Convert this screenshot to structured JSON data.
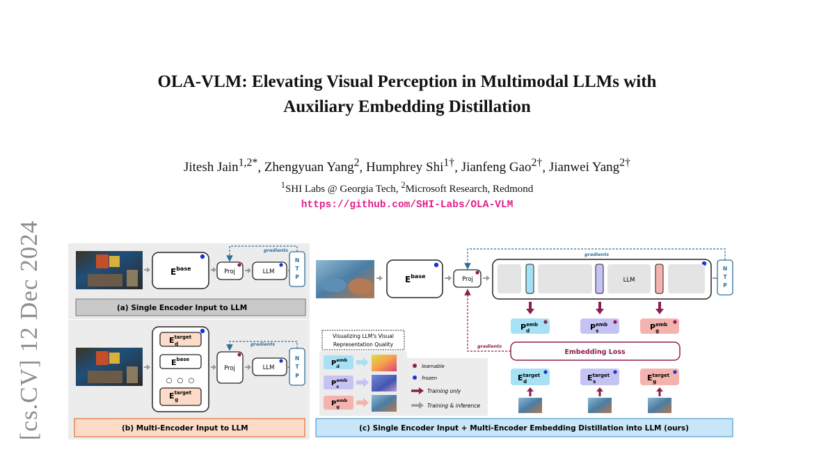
{
  "paper": {
    "title_line1": "OLA-VLM: Elevating Visual Perception in Multimodal LLMs with",
    "title_line2": "Auxiliary Embedding Distillation",
    "authors": [
      {
        "name": "Jitesh Jain",
        "sup": "1,2*"
      },
      {
        "name": "Zhengyuan Yang",
        "sup": "2"
      },
      {
        "name": "Humphrey Shi",
        "sup": "1†"
      },
      {
        "name": "Jianfeng Gao",
        "sup": "2†"
      },
      {
        "name": "Jianwei Yang",
        "sup": "2†"
      }
    ],
    "affiliations": [
      {
        "sup": "1",
        "name": "SHI Labs @ Georgia Tech"
      },
      {
        "sup": "2",
        "name": "Microsoft Research, Redmond"
      }
    ],
    "github_url": "https://github.com/SHI-Labs/OLA-VLM",
    "arxiv_stamp": "[cs.CV]  12 Dec 2024"
  },
  "figure": {
    "panel_a": {
      "encoder_base": "E",
      "encoder_base_sup": "base",
      "proj": "Proj",
      "llm": "LLM",
      "ntp": [
        "N",
        "T",
        "P"
      ],
      "gradients": "gradients",
      "caption": "(a)  Single Encoder Input to LLM"
    },
    "panel_b": {
      "encoder_d": "E",
      "encoder_d_sup": "target",
      "encoder_d_sub": "d",
      "encoder_base": "E",
      "encoder_base_sup": "base",
      "dots": "○  ○  ○",
      "encoder_g": "E",
      "encoder_g_sup": "target",
      "encoder_g_sub": "g",
      "proj": "Proj",
      "llm": "LLM",
      "ntp": [
        "N",
        "T",
        "P"
      ],
      "gradients": "gradients",
      "caption": "(b)  Multi-Encoder Input to LLM"
    },
    "panel_c": {
      "encoder_base": "E",
      "encoder_base_sup": "base",
      "proj": "Proj",
      "llm": "LLM",
      "ntp": [
        "N",
        "T",
        "P"
      ],
      "gradients_top": "gradients",
      "gradients_left": "gradients",
      "emb_d": {
        "main": "P",
        "sup": "emb",
        "sub": "d"
      },
      "emb_s": {
        "main": "P",
        "sup": "emb",
        "sub": "s"
      },
      "emb_g": {
        "main": "P",
        "sup": "emb",
        "sub": "g"
      },
      "embedding_loss": "Embedding Loss",
      "target_d": {
        "main": "E",
        "sup": "target",
        "sub": "d"
      },
      "target_s": {
        "main": "E",
        "sup": "target",
        "sub": "s"
      },
      "target_g": {
        "main": "E",
        "sup": "target",
        "sub": "g"
      },
      "viz_title_line1": "Visualizing LLM's Visual",
      "viz_title_line2": "Representation Quality",
      "viz_rows": [
        {
          "main": "P",
          "sup": "emb",
          "sub": "d"
        },
        {
          "main": "P",
          "sup": "emb",
          "sub": "s"
        },
        {
          "main": "P",
          "sup": "emb",
          "sub": "g"
        }
      ],
      "legend": {
        "learnable": "learnable",
        "frozen": "frozen",
        "training_only": "Training only",
        "training_inference": "Training & inference"
      },
      "caption": "(c)  Single Encoder Input + Multi-Encoder Embedding Distillation into LLM (ours)"
    },
    "colors": {
      "accent": "#8b1e4f",
      "dashed_blue": "#2f6f9c",
      "learnable_dot": "#8b1e4f",
      "frozen_dot": "#1535d6",
      "blue_fill": "#a6e1f5",
      "lavender_fill": "#c5c3f3",
      "pink_fill": "#f5b3ad",
      "peach_fill": "#fcdcc8",
      "gray_fill": "#e4e4e4"
    }
  }
}
